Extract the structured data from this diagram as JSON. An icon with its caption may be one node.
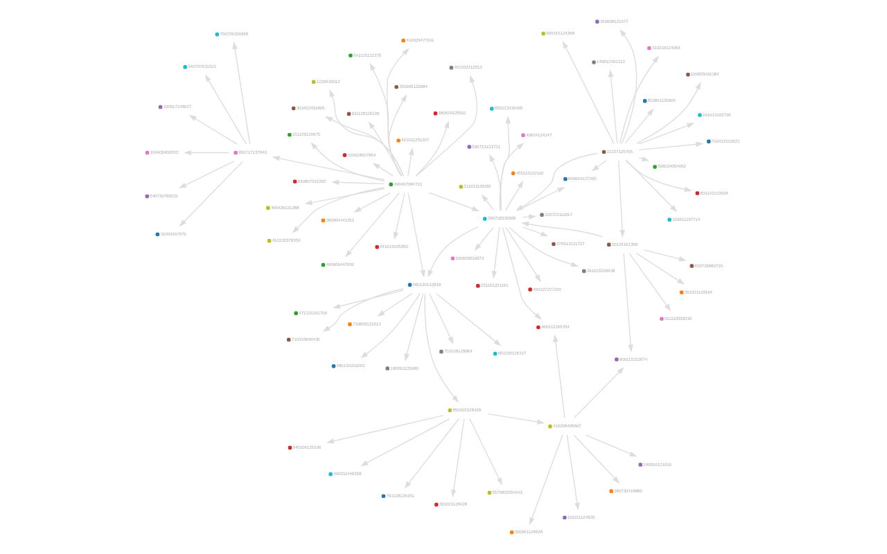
{
  "diagram": {
    "nodes": [
      {
        "text": [
          "20125161368"
        ]
      },
      {
        "text": [
          "391021128164"
        ]
      },
      {
        "text": [
          "011110558330"
        ]
      },
      {
        "text": [
          "820728880720"
        ]
      },
      {
        "text": [
          "600115312674"
        ]
      },
      {
        "text": [
          "380730418880"
        ]
      },
      {
        "text": [
          "761128126151"
        ]
      },
      {
        "text": [
          "100810125680"
        ]
      },
      {
        "text": [
          "850102128428"
        ]
      },
      {
        "text": [
          "361021128428"
        ]
      },
      {
        "text": [
          "710310660430"
        ]
      },
      {
        "text": [
          "110211124929"
        ]
      },
      {
        "text": [
          "410208406667"
        ]
      },
      {
        "text": [
          "601330126317"
        ]
      },
      {
        "text": [
          "471231201700"
        ]
      },
      {
        "text": [
          "460312265704"
        ]
      },
      {
        "text": [
          "340810121016"
        ]
      },
      {
        "text": [
          "590723121721"
        ]
      },
      {
        "text": [
          "300901126928"
        ]
      },
      {
        "text": [
          "311011120282"
        ]
      },
      {
        "text": [
          "490311446258"
        ]
      },
      {
        "text": [
          "940106125100"
        ]
      },
      {
        "text": [
          "730805121613"
        ]
      },
      {
        "text": [
          "5570803264341"
        ]
      },
      {
        "text": [
          "460130132819"
        ]
      },
      {
        "text": [
          "480130219263"
        ]
      },
      {
        "text": [
          "701018129864"
        ]
      },
      {
        "text": [
          "750726336968"
        ]
      },
      {
        "text": [
          "100409400202"
        ]
      },
      {
        "text": [
          "31004307979"
        ]
      },
      {
        "text": [
          "950717137840"
        ]
      },
      {
        "text": [
          "540730780231"
        ]
      },
      {
        "text": [
          "540707631523"
        ]
      },
      {
        "text": [
          "630807342292"
        ]
      },
      {
        "text": [
          "350905120684"
        ]
      },
      {
        "text": [
          "641019105950"
        ]
      },
      {
        "text": [
          "420628027854"
        ]
      },
      {
        "text": [
          "410629477611"
        ]
      },
      {
        "text": [
          "466426121388"
        ]
      },
      {
        "text": [
          "410130378359"
        ]
      },
      {
        "text": [
          "541125122375"
        ]
      },
      {
        "text": [
          "301002491805"
        ]
      },
      {
        "text": [
          "490407084713"
        ]
      },
      {
        "text": [
          "461102212513"
        ]
      },
      {
        "text": [
          "821011251207"
        ]
      },
      {
        "text": [
          "360904441261"
        ]
      },
      {
        "text": [
          "470913121727"
        ]
      },
      {
        "text": [
          "361015526638"
        ]
      },
      {
        "text": [
          "320723111817"
        ]
      },
      {
        "text": [
          "390718330909"
        ]
      },
      {
        "text": [
          "930609010073"
        ]
      },
      {
        "text": [
          "100829191384"
        ]
      },
      {
        "text": [
          "840604127205"
        ]
      },
      {
        "text": [
          "850123430465"
        ]
      },
      {
        "text": [
          "40624134147"
        ]
      },
      {
        "text": [
          "460327227220"
        ]
      },
      {
        "text": [
          "460606447691"
        ]
      },
      {
        "text": [
          "1226543012"
        ]
      },
      {
        "text": [
          "180620125911"
        ]
      },
      {
        "text": [
          "151129120675"
        ]
      },
      {
        "text": [
          "911128125199"
        ]
      },
      {
        "text": [
          "21227125705"
        ]
      },
      {
        "text": [
          "150911297714"
        ]
      },
      {
        "text": [
          "350608121677"
        ]
      },
      {
        "text": [
          "101013162736"
        ]
      },
      {
        "text": [
          "506034054092"
        ]
      },
      {
        "text": [
          "810801130904"
        ]
      },
      {
        "text": [
          "310210124056"
        ]
      },
      {
        "text": [
          "710413122621"
        ]
      },
      {
        "text": [
          "140812401313"
        ]
      },
      {
        "text": [
          "831142123028"
        ]
      },
      {
        "text": [
          "900415124368"
        ]
      },
      {
        "text": [
          "455115122116"
        ]
      },
      {
        "text": [
          "231151221161"
        ]
      },
      {
        "text": [
          "320917148927"
        ]
      }
    ],
    "edges": [
      {
        "from": 0,
        "to": 1,
        "arrow": "to"
      },
      {
        "from": 0,
        "to": 2,
        "arrow": "to"
      },
      {
        "from": 0,
        "to": 3,
        "arrow": "to"
      },
      {
        "from": 0,
        "to": 4,
        "arrow": "to"
      },
      {
        "from": 0,
        "to": 49,
        "arrow": "to"
      },
      {
        "from": 61,
        "to": 0,
        "arrow": "to"
      },
      {
        "from": 61,
        "to": 62,
        "arrow": "to"
      },
      {
        "from": 61,
        "to": 63,
        "arrow": "to"
      },
      {
        "from": 61,
        "to": 64,
        "arrow": "to"
      },
      {
        "from": 61,
        "to": 65,
        "arrow": "to"
      },
      {
        "from": 61,
        "to": 66,
        "arrow": "to"
      },
      {
        "from": 61,
        "to": 67,
        "arrow": "to"
      },
      {
        "from": 61,
        "to": 68,
        "arrow": "to"
      },
      {
        "from": 61,
        "to": 69,
        "arrow": "to"
      },
      {
        "from": 61,
        "to": 70,
        "arrow": "to"
      },
      {
        "from": 61,
        "to": 71,
        "arrow": "to"
      },
      {
        "from": 61,
        "to": 52,
        "arrow": "to"
      },
      {
        "from": 61,
        "to": 51,
        "arrow": "to"
      },
      {
        "from": 61,
        "to": 49,
        "arrow": "to"
      },
      {
        "from": 49,
        "to": 46,
        "arrow": "to"
      },
      {
        "from": 49,
        "to": 47,
        "arrow": "to"
      },
      {
        "from": 49,
        "to": 48,
        "arrow": "to"
      },
      {
        "from": 49,
        "to": 50,
        "arrow": "to"
      },
      {
        "from": 49,
        "to": 54,
        "arrow": "to"
      },
      {
        "from": 49,
        "to": 53,
        "arrow": "to"
      },
      {
        "from": 49,
        "to": 55,
        "arrow": "to"
      },
      {
        "from": 49,
        "to": 52,
        "arrow": "to"
      },
      {
        "from": 49,
        "to": 17,
        "arrow": "to"
      },
      {
        "from": 49,
        "to": 19,
        "arrow": "to"
      },
      {
        "from": 49,
        "to": 15,
        "arrow": "to"
      },
      {
        "from": 49,
        "to": 72,
        "arrow": "to"
      },
      {
        "from": 49,
        "to": 73,
        "arrow": "to"
      },
      {
        "from": 49,
        "to": 24,
        "arrow": "to"
      },
      {
        "from": 42,
        "to": 37,
        "arrow": "to"
      },
      {
        "from": 42,
        "to": 39,
        "arrow": "to"
      },
      {
        "from": 42,
        "to": 40,
        "arrow": "to"
      },
      {
        "from": 42,
        "to": 41,
        "arrow": "to"
      },
      {
        "from": 42,
        "to": 38,
        "arrow": "to"
      },
      {
        "from": 42,
        "to": 35,
        "arrow": "to"
      },
      {
        "from": 42,
        "to": 36,
        "arrow": "to"
      },
      {
        "from": 42,
        "to": 33,
        "arrow": "to"
      },
      {
        "from": 42,
        "to": 34,
        "arrow": "to"
      },
      {
        "from": 42,
        "to": 58,
        "arrow": "to"
      },
      {
        "from": 42,
        "to": 59,
        "arrow": "to"
      },
      {
        "from": 42,
        "to": 60,
        "arrow": "to"
      },
      {
        "from": 42,
        "to": 56,
        "arrow": "to"
      },
      {
        "from": 42,
        "to": 57,
        "arrow": "to"
      },
      {
        "from": 42,
        "to": 43,
        "arrow": "to"
      },
      {
        "from": 42,
        "to": 44,
        "arrow": "to"
      },
      {
        "from": 42,
        "to": 45,
        "arrow": "to"
      },
      {
        "from": 42,
        "to": 24,
        "arrow": "to"
      },
      {
        "from": 42,
        "to": 49,
        "arrow": "to"
      },
      {
        "from": 42,
        "to": 30,
        "arrow": "to"
      },
      {
        "from": 30,
        "to": 27,
        "arrow": "to"
      },
      {
        "from": 30,
        "to": 28,
        "arrow": "to"
      },
      {
        "from": 30,
        "to": 29,
        "arrow": "to"
      },
      {
        "from": 30,
        "to": 31,
        "arrow": "to"
      },
      {
        "from": 30,
        "to": 32,
        "arrow": "to"
      },
      {
        "from": 30,
        "to": 74,
        "arrow": "to"
      },
      {
        "from": 24,
        "to": 10,
        "arrow": "to"
      },
      {
        "from": 24,
        "to": 7,
        "arrow": "to"
      },
      {
        "from": 24,
        "to": 13,
        "arrow": "to"
      },
      {
        "from": 24,
        "to": 14,
        "arrow": "to"
      },
      {
        "from": 24,
        "to": 22,
        "arrow": "to"
      },
      {
        "from": 24,
        "to": 25,
        "arrow": "to"
      },
      {
        "from": 24,
        "to": 26,
        "arrow": "to"
      },
      {
        "from": 24,
        "to": 8,
        "arrow": "to"
      },
      {
        "from": 8,
        "to": 20,
        "arrow": "to"
      },
      {
        "from": 8,
        "to": 21,
        "arrow": "to"
      },
      {
        "from": 8,
        "to": 6,
        "arrow": "to"
      },
      {
        "from": 8,
        "to": 9,
        "arrow": "to"
      },
      {
        "from": 8,
        "to": 23,
        "arrow": "to"
      },
      {
        "from": 8,
        "to": 12,
        "arrow": "to"
      },
      {
        "from": 12,
        "to": 11,
        "arrow": "to"
      },
      {
        "from": 12,
        "to": 5,
        "arrow": "to"
      },
      {
        "from": 12,
        "to": 15,
        "arrow": "to"
      },
      {
        "from": 12,
        "to": 16,
        "arrow": "to"
      },
      {
        "from": 12,
        "to": 18,
        "arrow": "to"
      },
      {
        "from": 12,
        "to": 4,
        "arrow": "to"
      }
    ]
  }
}
